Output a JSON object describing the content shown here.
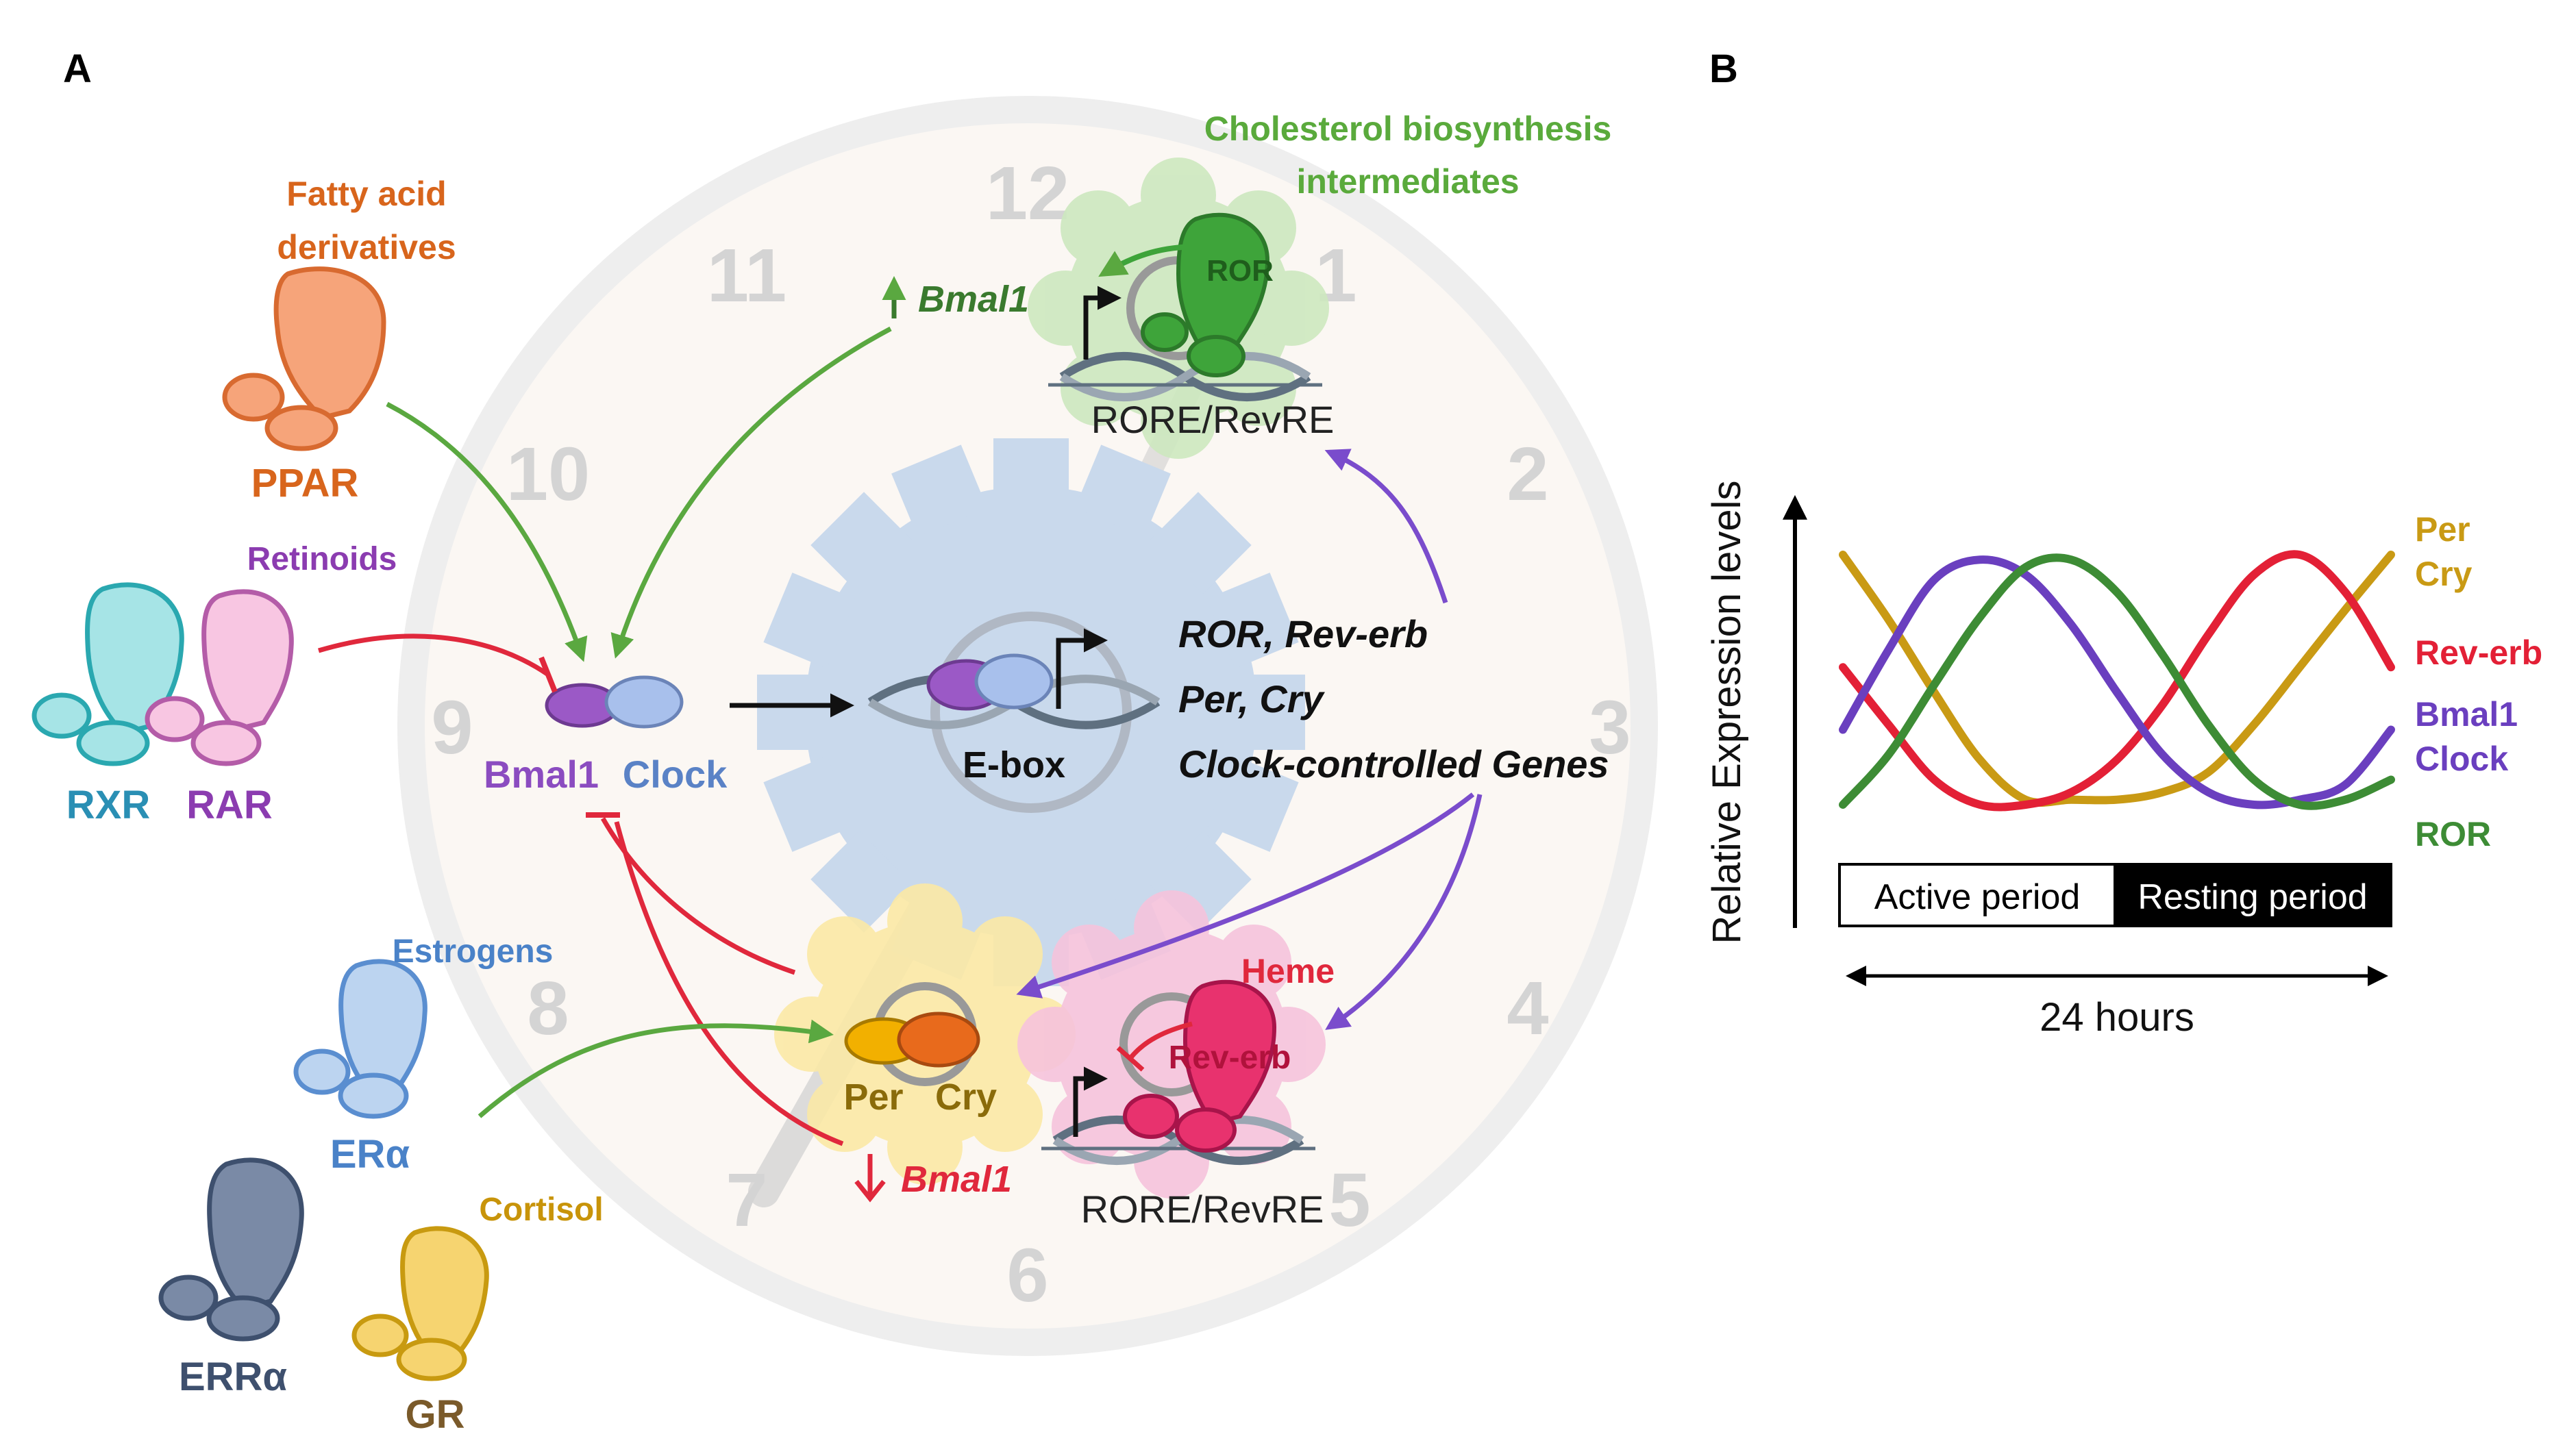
{
  "panel_a": {
    "label": "A",
    "clock_numbers": [
      "12",
      "1",
      "2",
      "3",
      "4",
      "5",
      "6",
      "7",
      "8",
      "9",
      "10",
      "11"
    ],
    "ligands": {
      "fatty_acid": [
        "Fatty acid",
        "derivatives"
      ],
      "retinoids": "Retinoids",
      "estrogens": "Estrogens",
      "cortisol": "Cortisol",
      "heme": "Heme",
      "cholesterol": [
        "Cholesterol biosynthesis",
        "intermediates"
      ]
    },
    "receptors": {
      "ppar": "PPAR",
      "rxr": "RXR",
      "rar": "RAR",
      "er": "ERα",
      "err": "ERRα",
      "gr": "GR"
    },
    "core": {
      "bmal1": "Bmal1",
      "clock": "Clock",
      "ebox": "E-box",
      "targets": [
        "ROR, Rev-erb",
        "Per, Cry",
        "Clock-controlled Genes"
      ],
      "ror_protein": "ROR",
      "bmal1_up": "Bmal1",
      "rore_top": "RORE/RevRE",
      "per": "Per",
      "cry": "Cry",
      "bmal1_down": "Bmal1",
      "reverb_protein": "Rev-erb",
      "rore_bottom": "RORE/RevRE"
    },
    "colors": {
      "ppar": "#e8804a",
      "rxr": "#4dc2c8",
      "rar": "#f08ec8",
      "er": "#7aa9dc",
      "err": "#5c6f8c",
      "gr": "#f0c040",
      "bmal1": "#9b59c6",
      "clock": "#8aa8e0",
      "ror": "#3a9a3a",
      "reverb": "#e8326e",
      "per": "#f0b000",
      "cry": "#e06a1a",
      "activation_arrow": "#5aa840",
      "inhibition_arrow": "#e0283c",
      "purple_arrow": "#7a4ccc"
    }
  },
  "panel_b": {
    "label": "B",
    "chart_data": {
      "type": "line",
      "title": "",
      "xlabel": "24 hours",
      "ylabel": "Relative Expression levels",
      "x": [
        0,
        2,
        4,
        6,
        8,
        10,
        12,
        14,
        16,
        18,
        20,
        22,
        24
      ],
      "series": [
        {
          "name": "Per Cry",
          "color": "#c99a14",
          "values": [
            1.0,
            0.74,
            0.45,
            0.18,
            0.02,
            0.02,
            0.02,
            0.05,
            0.13,
            0.32,
            0.55,
            0.78,
            1.0
          ]
        },
        {
          "name": "Rev-erb",
          "color": "#e32036",
          "values": [
            0.55,
            0.32,
            0.1,
            0.0,
            0.0,
            0.05,
            0.18,
            0.4,
            0.68,
            0.92,
            1.0,
            0.85,
            0.55
          ]
        },
        {
          "name": "Bmal1 Clock",
          "color": "#6a3fbf",
          "values": [
            0.3,
            0.62,
            0.9,
            0.98,
            0.92,
            0.72,
            0.45,
            0.2,
            0.05,
            0.0,
            0.02,
            0.08,
            0.3
          ]
        },
        {
          "name": "ROR",
          "color": "#3d8c35",
          "values": [
            0.0,
            0.2,
            0.48,
            0.75,
            0.95,
            0.98,
            0.85,
            0.6,
            0.32,
            0.1,
            0.0,
            0.02,
            0.1
          ]
        }
      ],
      "legend": [
        "Per",
        "Cry",
        "Rev-erb",
        "Bmal1",
        "Clock",
        "ROR"
      ],
      "period_bar": [
        "Active period",
        "Resting period"
      ],
      "grid": false,
      "ylim": [
        0,
        1
      ],
      "xlim": [
        0,
        24
      ]
    }
  }
}
